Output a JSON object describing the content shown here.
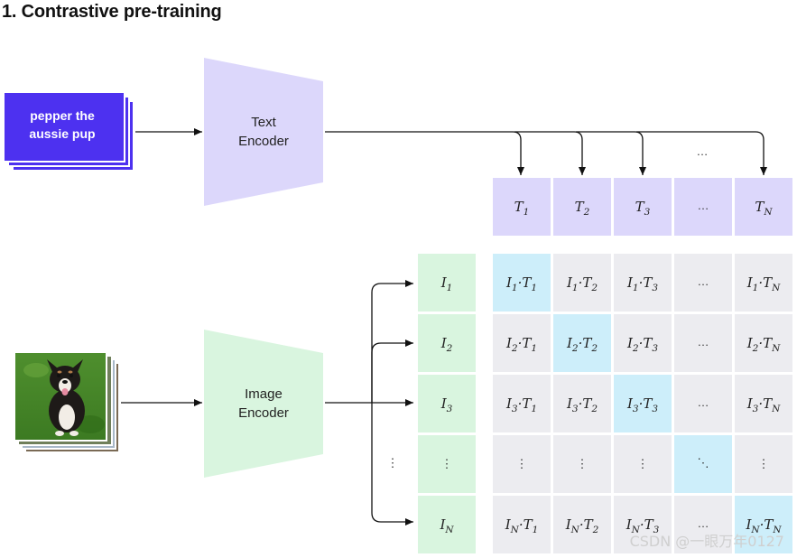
{
  "title": "1. Contrastive pre-training",
  "text_input": {
    "line1": "pepper the",
    "line2": "aussie pup"
  },
  "text_encoder": {
    "line1": "Text",
    "line2": "Encoder"
  },
  "image_encoder": {
    "line1": "Image",
    "line2": "Encoder"
  },
  "ellipsis": "…",
  "vdots": "⋮",
  "ddots": "⋱",
  "text_embeddings": [
    "1",
    "2",
    "3",
    "…",
    "N"
  ],
  "image_embeddings": [
    "1",
    "2",
    "3",
    "⋮",
    "N"
  ],
  "matrix_diagonal_color": "#cdeefa",
  "matrix_cell_color": "#ececf0",
  "text_emb_color": "#dcd7fb",
  "image_emb_color": "#d9f5df",
  "text_card_color": "#4d31f0",
  "watermark": "CSDN @一眼万年0127"
}
